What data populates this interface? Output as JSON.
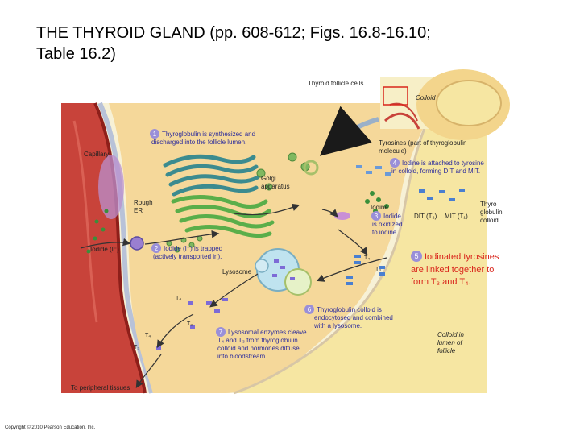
{
  "slide": {
    "title_line1": "THE THYROID GLAND (pp. 608-612; Figs. 16.8-16.10;",
    "title_line2": "Table 16.2)",
    "copyright": "Copyright © 2010 Pearson Education, Inc."
  },
  "figure": {
    "inset": {
      "label_cells": "Thyroid follicle cells",
      "label_colloid": "Colloid"
    },
    "labels": {
      "capillary": "Capillary",
      "rough_er_1": "Rough",
      "rough_er_2": "ER",
      "golgi_1": "Golgi",
      "golgi_2": "apparatus",
      "iodide": "Iodide (I⁻)",
      "tyrosines_1": "Tyrosines (part of thyroglobulin",
      "tyrosines_2": "molecule)",
      "iodine": "Iodine",
      "dit": "DIT (T₂)",
      "mit": "MIT (T₁)",
      "thyroglobulin_colloid_1": "Thyro",
      "thyroglobulin_colloid_2": "globulin",
      "thyroglobulin_colloid_3": "colloid",
      "lysosome": "Lysosome",
      "t4_a": "T₄",
      "t3_a": "T₃",
      "t4_b": "T₄",
      "t3_b": "T₃",
      "t4_c": "T₄",
      "t3_c": "T₃",
      "colloid_lumen_1": "Colloid in",
      "colloid_lumen_2": "lumen of",
      "colloid_lumen_3": "follicle",
      "peripheral": "To peripheral tissues"
    },
    "steps": [
      {
        "num": "1",
        "lines": [
          "Thyroglobulin is synthesized and",
          "discharged into the follicle lumen."
        ]
      },
      {
        "num": "2",
        "lines": [
          "Iodide (I⁻) is trapped",
          "(actively transported in)."
        ]
      },
      {
        "num": "3",
        "lines": [
          "Iodide",
          "is oxidized",
          "to iodine."
        ]
      },
      {
        "num": "4",
        "lines": [
          "Iodine is attached to tyrosine",
          "in colloid, forming DIT and MIT."
        ]
      },
      {
        "num": "5",
        "lines": [
          "Iodinated tyrosines",
          "are linked together to",
          "form T₃ and T₄."
        ]
      },
      {
        "num": "6",
        "lines": [
          "Thyroglobulin colloid is",
          "endocytosed and combined",
          "with a lysosome."
        ]
      },
      {
        "num": "7",
        "lines": [
          "Lysosomal enzymes cleave",
          "T₄ and T₃ from thyroglobulin",
          "colloid and hormones diffuse",
          "into bloodstream."
        ]
      }
    ],
    "colors": {
      "background": "#f7f1d6",
      "cell": "#f5d89a",
      "colloid": "#f6e6a2",
      "vessel": "#c8433a",
      "vessel_dark": "#8e1f1a",
      "step_circle": "#9a8fd8",
      "step_text": "#2b2b9c",
      "accent_text": "#d9261c",
      "golgi": "#3b8b8f",
      "rough_er": "#5aae4a",
      "lysosome": "#bfe3ef"
    }
  }
}
